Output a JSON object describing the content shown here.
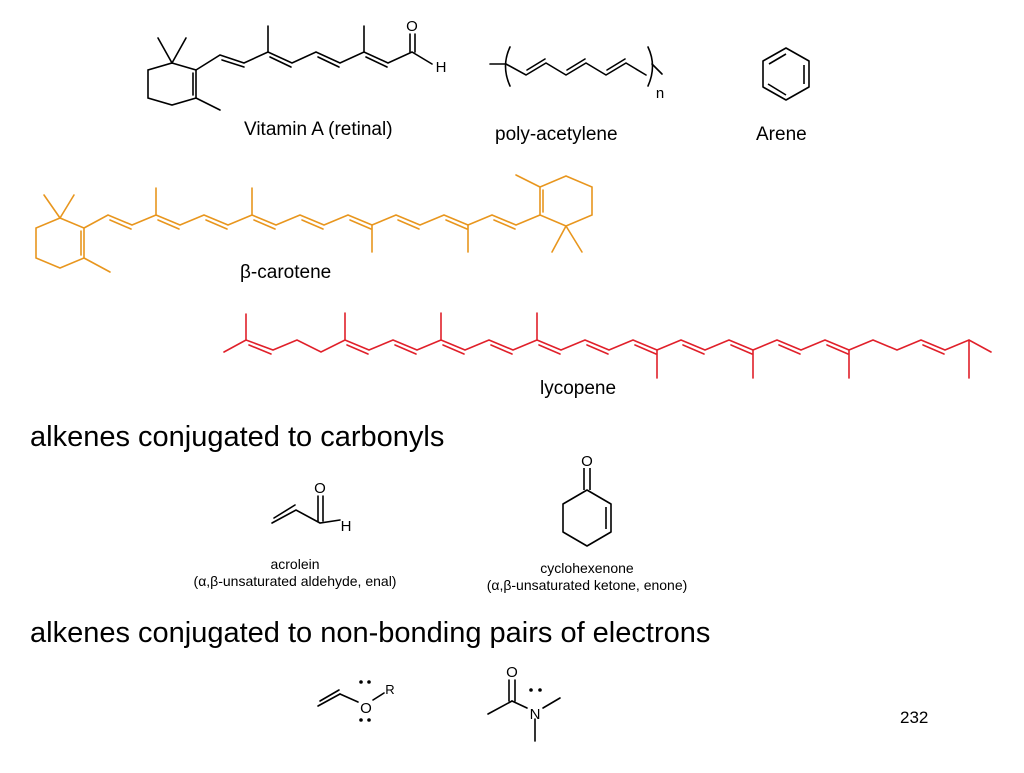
{
  "molecules": {
    "retinal": {
      "label": "Vitamin A (retinal)",
      "atom_O": "O",
      "atom_H": "H"
    },
    "polyacetylene": {
      "label": "poly-acetylene",
      "subscript": "n"
    },
    "arene": {
      "label": "Arene"
    },
    "beta_carotene": {
      "label": "β-carotene",
      "color": "#e8961e"
    },
    "lycopene": {
      "label": "lycopene",
      "color": "#e0202a"
    },
    "acrolein": {
      "name": "acrolein",
      "desc": "(α,β-unsaturated aldehyde, enal)",
      "atom_O": "O",
      "atom_H": "H"
    },
    "cyclohexenone": {
      "name": "cyclohexenone",
      "desc": "(α,β-unsaturated ketone, enone)",
      "atom_O": "O"
    },
    "vinyl_ether": {
      "atom_O": "O",
      "atom_R": "R"
    },
    "amide": {
      "atom_O": "O",
      "atom_N": "N"
    }
  },
  "headings": {
    "carbonyls": "alkenes conjugated to carbonyls",
    "nonbonding": "alkenes conjugated to non-bonding pairs of electrons"
  },
  "page_number": "232"
}
